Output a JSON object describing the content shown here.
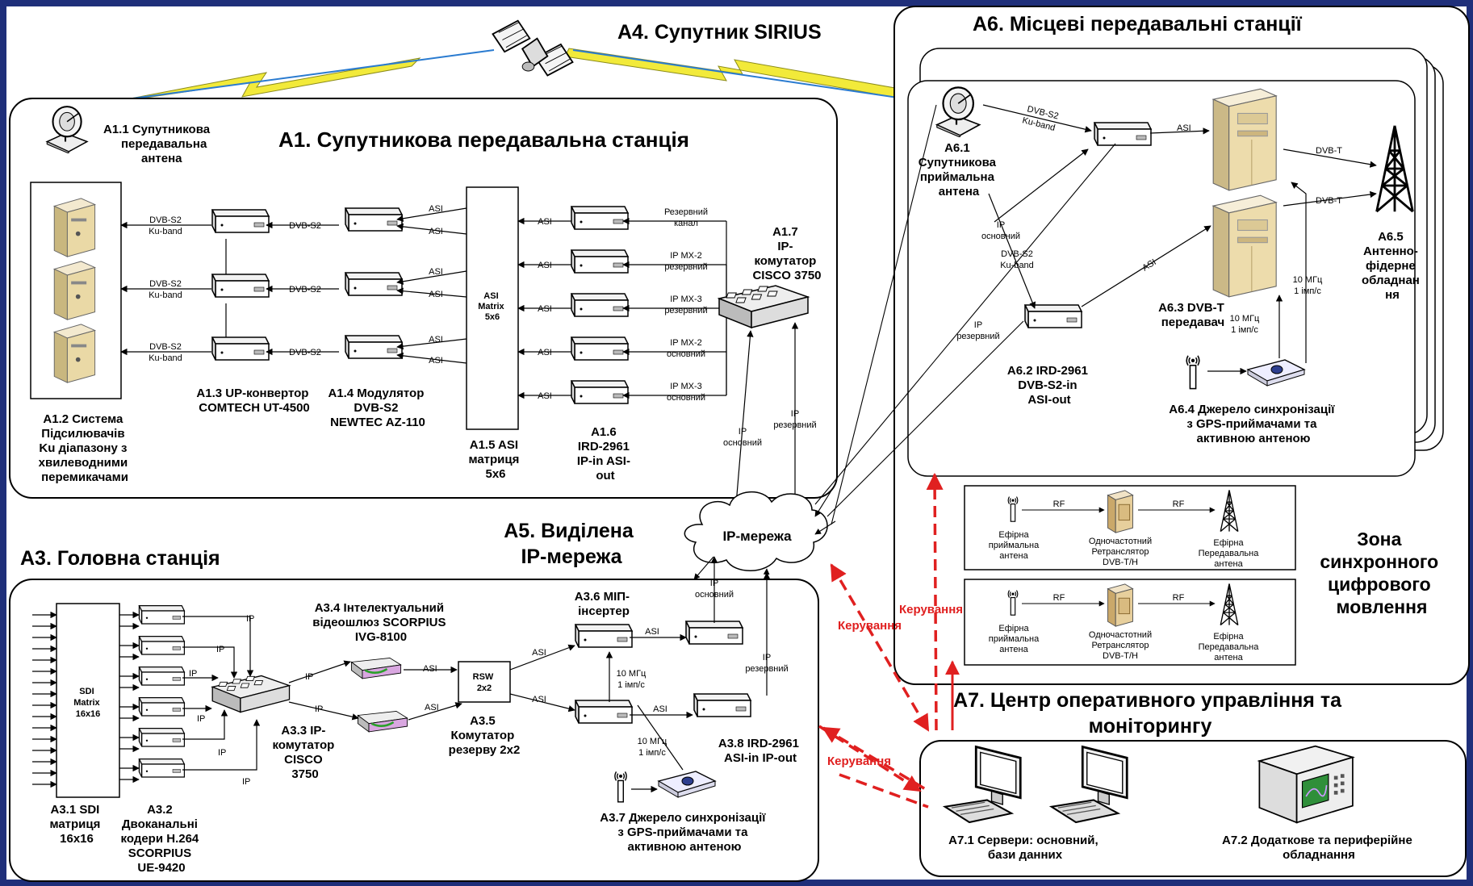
{
  "titles": {
    "a4": "A4. Супутник SIRIUS",
    "a6": "A6. Місцеві передавальні станції",
    "a1": "A1. Супутникова передавальна станція",
    "a5_l1": "A5. Виділена",
    "a5_l2": "IP-мережа",
    "a3": "A3. Головна станція",
    "a7_l1": "A7. Центр оперативного управління та",
    "a7_l2": "моніторингу",
    "zone": [
      "Зона",
      "синхронного",
      "цифрового",
      "мовлення"
    ]
  },
  "a1": {
    "antenna": [
      "A1.1 Супутникова",
      "передавальна",
      "антена"
    ],
    "amps": [
      "A1.2 Система",
      "Підсилювачів",
      "Ku діапазону з",
      "хвилеводними",
      "перемикачами"
    ],
    "upconv": [
      "A1.3 UP-конвертор",
      "COMTECH UT-4500"
    ],
    "modulator": [
      "A1.4 Модулятор",
      "DVB-S2",
      "NEWTEC AZ-110"
    ],
    "asi_matrix": [
      "A1.5 ASI",
      "матриця",
      "5x6"
    ],
    "matrix_label": [
      "ASI",
      "Matrix",
      "5x6"
    ],
    "ird": [
      "A1.6",
      "IRD-2961",
      "IP-in ASI-",
      "out"
    ],
    "switch": [
      "A1.7",
      "IP-",
      "комутатор",
      "CISCO 3750"
    ],
    "inputs": [
      [
        "Резервний",
        "канал"
      ],
      [
        "IP MX-2",
        "резервний"
      ],
      [
        "IP MX-3",
        "резервний"
      ],
      [
        "IP MX-2",
        "основний"
      ],
      [
        "IP MX-3",
        "основний"
      ]
    ]
  },
  "a3": {
    "sdi": [
      "A3.1 SDI",
      "матриця",
      "16x16"
    ],
    "sdi_label": [
      "SDI",
      "Matrix",
      "16x16"
    ],
    "coders": [
      "A3.2",
      "Двоканальні",
      "кодери H.264",
      "SCORPIUS",
      "UE-9420"
    ],
    "switch": [
      "A3.3 IP-",
      "комутатор",
      "CISCO",
      "3750"
    ],
    "gateway": [
      "A3.4 Інтелектуальний",
      "відеошлюз SCORPIUS",
      "IVG-8100"
    ],
    "rsw_label": [
      "RSW",
      "2x2"
    ],
    "rsw": [
      "A3.5",
      "Комутатор",
      "резерву 2x2"
    ],
    "mip": [
      "A3.6 МІП-",
      "інсертер"
    ],
    "sync": [
      "A3.7 Джерело синхронізації",
      "з GPS-приймачами та",
      "активною антеною"
    ],
    "ird": [
      "A3.8 IRD-2961",
      "ASI-in IP-out"
    ]
  },
  "a6": {
    "antenna": [
      "A6.1",
      "Супутникова",
      "приймальна",
      "антена"
    ],
    "ird": [
      "A6.2 IRD-2961",
      "DVB-S2-in",
      "ASI-out"
    ],
    "transmitter": [
      "A6.3 DVB-T",
      "передавач"
    ],
    "sync": [
      "A6.4 Джерело синхронізації",
      "з GPS-приймачами та",
      "активною антеною"
    ],
    "afu": [
      "A6.5",
      "Антенно-",
      "фідерне",
      "обладнан",
      "ня"
    ]
  },
  "a7": {
    "servers": [
      "A7.1 Сервери: основний,",
      "бази данних"
    ],
    "periph": [
      "A7.2 Додаткове та периферійне",
      "обладнання"
    ]
  },
  "repeater": {
    "rx": [
      "Ефірна",
      "приймальна",
      "антена"
    ],
    "rep": [
      "Одночастотний",
      "Ретранслятор",
      "DVB-T/H"
    ],
    "tx": [
      "Ефірна",
      "Передавальна",
      "антена"
    ]
  },
  "labels": {
    "dvbs2": "DVB-S2",
    "ku_band": "Ku-band",
    "asi": "ASI",
    "ip": "IP",
    "ip_main": "IP основний",
    "ip_reserve": "IP резервний",
    "dvbt": "DVB-T",
    "rf": "RF",
    "mhz": "10 МГц",
    "pps": "1 імп/с",
    "cloud": "IP-мережа",
    "control": "Керування"
  }
}
